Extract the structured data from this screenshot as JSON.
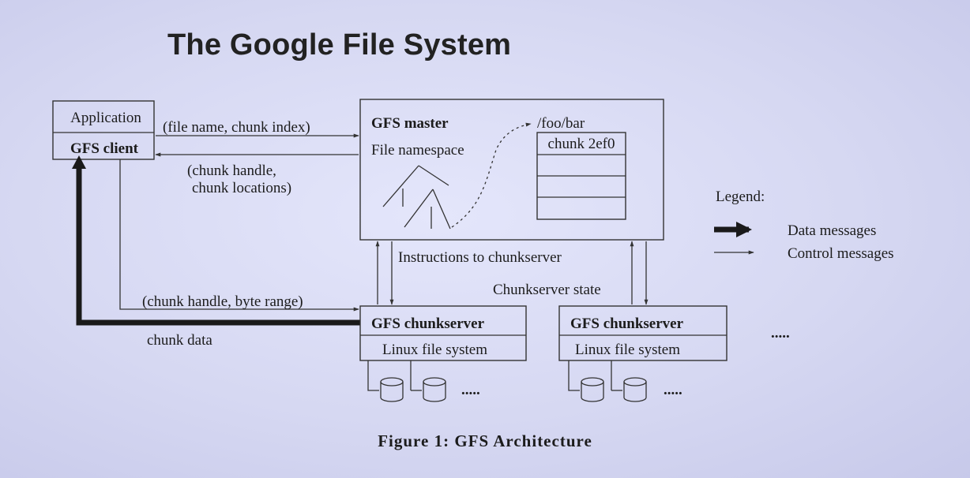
{
  "slide_title": "The Google File System",
  "diagram": {
    "application_label": "Application",
    "client_label": "GFS client",
    "master_label": "GFS master",
    "namespace_label": "File namespace",
    "path_label": "/foo/bar",
    "chunk_label": "chunk 2ef0",
    "edge_request": "(file name, chunk index)",
    "edge_reply_1": "(chunk handle,",
    "edge_reply_2": "chunk locations)",
    "edge_instructions": "Instructions to chunkserver",
    "edge_state": "Chunkserver state",
    "edge_byte_range": "(chunk handle, byte range)",
    "edge_chunk_data": "chunk data",
    "chunkservers": [
      {
        "label": "GFS chunkserver",
        "fs_label": "Linux file system",
        "ellipsis": "....."
      },
      {
        "label": "GFS chunkserver",
        "fs_label": "Linux file system",
        "ellipsis": "....."
      }
    ],
    "more_servers": ".....",
    "legend": {
      "title": "Legend:",
      "data_label": "Data messages",
      "control_label": "Control messages"
    },
    "caption": "Figure 1: GFS Architecture"
  }
}
